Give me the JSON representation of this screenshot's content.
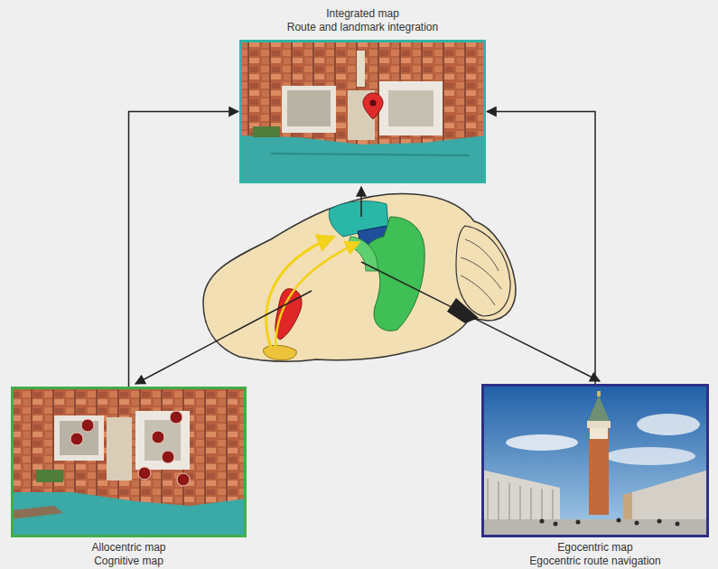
{
  "diagram": {
    "nodes": [
      {
        "text": [
          "Integrated map",
          "Route and landmark integration"
        ]
      },
      {
        "text": [
          "Allocentric map",
          "Cognitive map"
        ]
      },
      {
        "text": [
          "Egocentric map",
          "Egocentric route navigation"
        ]
      }
    ],
    "edges": [
      {
        "from": 1,
        "to": 0,
        "arrow": "to"
      },
      {
        "from": 2,
        "to": 0,
        "arrow": "to"
      }
    ]
  }
}
